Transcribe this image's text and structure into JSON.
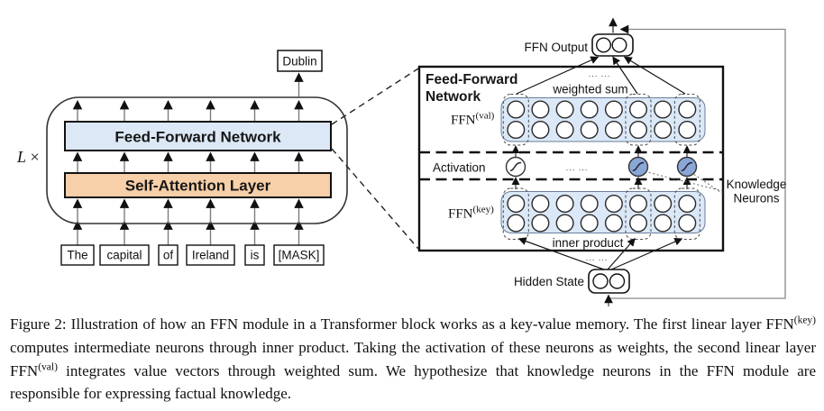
{
  "figure": {
    "left": {
      "loop_label": {
        "l": "L",
        "times": " ×"
      },
      "ffn_box": "Feed-Forward Network",
      "sa_box": "Self-Attention Layer",
      "output_token": "Dublin",
      "tokens": [
        "The",
        "capital",
        "of",
        "Ireland",
        "is",
        "[MASK]"
      ]
    },
    "right": {
      "title_line1": "Feed-Forward",
      "title_line2": "Network",
      "ffn_val": {
        "base": "FFN",
        "sup": "(val)"
      },
      "ffn_key": {
        "base": "FFN",
        "sup": "(key)"
      },
      "weighted_sum": "weighted sum",
      "inner_product": "inner product",
      "activation": "Activation",
      "ffn_output": "FFN Output",
      "hidden_state": "Hidden State",
      "knowledge_line1": "Knowledge",
      "knowledge_line2": "Neurons",
      "dots_top": "... ...",
      "dots_mid": "... ...",
      "dots_bottom": "... ..."
    }
  },
  "caption": {
    "seg1": "Figure 2: Illustration of how an FFN module in a Transformer block works as a key-value memory. The first linear layer FFN",
    "sup1": "(key)",
    "seg2": " computes intermediate neurons through inner product. Taking the activation of these neurons as weights, the second linear layer FFN",
    "sup2": "(val)",
    "seg3": " integrates value vectors through weighted sum. We hypothesize that knowledge neurons in the FFN module are responsible for expressing factual knowledge."
  },
  "colors": {
    "ffn_layer": "#dce8f5",
    "sa_layer": "#f7cfa8",
    "neuron_panel": "#dbe8f7",
    "knowledge_neuron": "#8ba7d7"
  }
}
